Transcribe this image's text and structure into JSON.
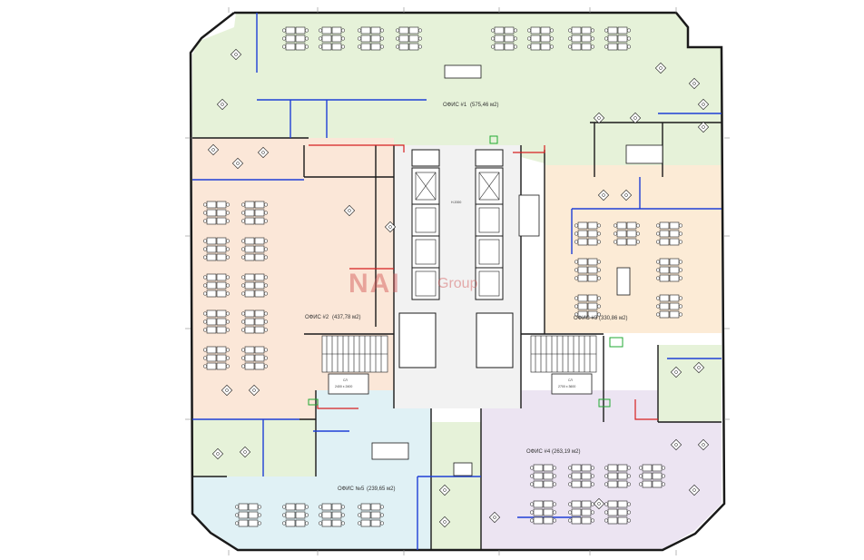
{
  "plan": {
    "zones": [
      {
        "id": "office1",
        "label": "ОФИС #1",
        "area": "(575,46 м2)",
        "color": "#e6f2d9"
      },
      {
        "id": "office2",
        "label": "ОФИС #2",
        "area": "(437,78 м2)",
        "color": "#fbe7d8"
      },
      {
        "id": "office3",
        "label": "ОФИС #3",
        "area": "(330,86 м2)",
        "color": "#fcebd6"
      },
      {
        "id": "office4",
        "label": "ОФИС #4",
        "area": "(263,19 м2)",
        "color": "#ece4f2"
      },
      {
        "id": "office5",
        "label": "ОФИС №5",
        "area": "(239,65 м2)",
        "color": "#e0f1f5"
      }
    ],
    "shafts": [
      {
        "label": "СЛ",
        "size": "2400 x 2400"
      },
      {
        "label": "СЛ",
        "size": "2700 x 3600"
      }
    ],
    "core_label": "Н.2000",
    "watermark": {
      "letters": "NAI",
      "text": "Group"
    },
    "colors": {
      "wall": "#1a1a1a",
      "partition": "#1f3fd6",
      "service": "#d62020",
      "equipment": "#22aa33",
      "core": "#f2f2f2"
    }
  }
}
